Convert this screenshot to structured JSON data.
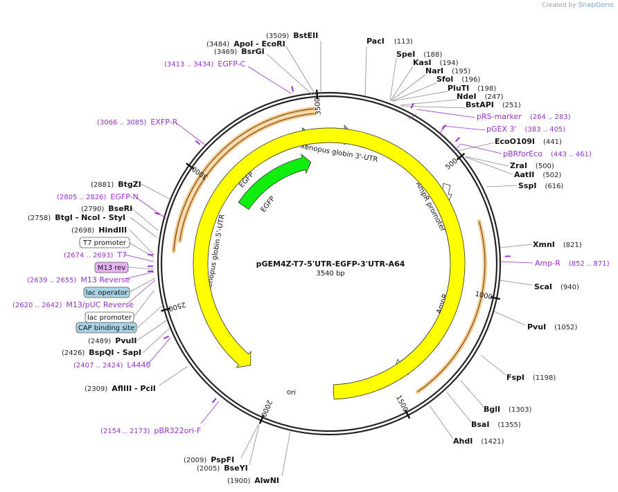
{
  "app": {
    "brand_prefix": "Created by",
    "brand_name": "SnapGene"
  },
  "plasmid": {
    "name": "pGEM4Z-T7-5'UTR-EGFP-3'UTR-A64",
    "size_label": "3540 bp",
    "length": 3540
  },
  "ticks": [
    "500",
    "1000",
    "1500",
    "2000",
    "2500",
    "3000",
    "3500"
  ],
  "enzymes": [
    {
      "name": "BstEII",
      "pos": "(3509)"
    },
    {
      "name": "ApoI - EcoRI",
      "pos": "(3484)"
    },
    {
      "name": "BsrGI",
      "pos": "(3469)"
    },
    {
      "name": "PacI",
      "pos": "(113)"
    },
    {
      "name": "SpeI",
      "pos": "(188)"
    },
    {
      "name": "KasI",
      "pos": "(194)"
    },
    {
      "name": "NarI",
      "pos": "(195)"
    },
    {
      "name": "SfoI",
      "pos": "(196)"
    },
    {
      "name": "PluTI",
      "pos": "(198)"
    },
    {
      "name": "NdeI",
      "pos": "(247)"
    },
    {
      "name": "BstAPI",
      "pos": "(251)"
    },
    {
      "name": "EcoO109I",
      "pos": "(441)"
    },
    {
      "name": "ZraI",
      "pos": "(500)"
    },
    {
      "name": "AatII",
      "pos": "(502)"
    },
    {
      "name": "SspI",
      "pos": "(616)"
    },
    {
      "name": "XmnI",
      "pos": "(821)"
    },
    {
      "name": "ScaI",
      "pos": "(940)"
    },
    {
      "name": "PvuI",
      "pos": "(1052)"
    },
    {
      "name": "FspI",
      "pos": "(1198)"
    },
    {
      "name": "BglI",
      "pos": "(1303)"
    },
    {
      "name": "BsaI",
      "pos": "(1355)"
    },
    {
      "name": "AhdI",
      "pos": "(1421)"
    },
    {
      "name": "AlwNI",
      "pos": "(1900)"
    },
    {
      "name": "BseYI",
      "pos": "(2005)"
    },
    {
      "name": "PspFI",
      "pos": "(2009)"
    },
    {
      "name": "AflIII - PciI",
      "pos": "(2309)"
    },
    {
      "name": "BspQI - SapI",
      "pos": "(2426)"
    },
    {
      "name": "PvuII",
      "pos": "(2489)"
    },
    {
      "name": "HindIII",
      "pos": "(2698)"
    },
    {
      "name": "BtgI - NcoI - StyI",
      "pos": "(2758)"
    },
    {
      "name": "BseRI",
      "pos": "(2790)"
    },
    {
      "name": "BtgZI",
      "pos": "(2881)"
    }
  ],
  "primers": [
    {
      "name": "EGFP-C",
      "range": "(3413 .. 3434)"
    },
    {
      "name": "EXFP-R",
      "range": "(3066 .. 3085)"
    },
    {
      "name": "pRS-marker",
      "range": "(264 .. 283)"
    },
    {
      "name": "pGEX 3'",
      "range": "(383 .. 405)"
    },
    {
      "name": "pBRforEco",
      "range": "(443 .. 461)"
    },
    {
      "name": "Amp-R",
      "range": "(852 .. 871)"
    },
    {
      "name": "EGFP-N",
      "range": "(2805 .. 2826)"
    },
    {
      "name": "T7",
      "range": "(2674 .. 2693)"
    },
    {
      "name": "M13 Reverse",
      "range": "(2639 .. 2655)"
    },
    {
      "name": "M13/pUC Reverse",
      "range": "(2620 .. 2642)"
    },
    {
      "name": "L4440",
      "range": "(2407 .. 2424)"
    },
    {
      "name": "pBR322ori-F",
      "range": "(2154 .. 2173)"
    }
  ],
  "boxed_labels": [
    {
      "name": "T7 promoter",
      "color": "#ffffff"
    },
    {
      "name": "M13 rev",
      "color": "#e6b3f2"
    },
    {
      "name": "lac operator",
      "color": "#a9d4e4"
    },
    {
      "name": "lac promoter",
      "color": "#ffffff"
    },
    {
      "name": "CAP binding site",
      "color": "#a9d4e4"
    }
  ],
  "features": [
    {
      "name": "Xenopus globin 3'-UTR",
      "color": "#a7acb1"
    },
    {
      "name": "EGFP",
      "color": "#10ee10"
    },
    {
      "name": "EGFP",
      "color": "#10ee10"
    },
    {
      "name": "Xenopus globin 5'-UTR",
      "color": "#a7acb1"
    },
    {
      "name": "AmpR promoter",
      "color": "#ffffff"
    },
    {
      "name": "AmpR",
      "color": "#ccffcc"
    },
    {
      "name": "ori",
      "color": "#ffff00"
    }
  ],
  "colors": {
    "primer": "#9b2fd0",
    "orf_glow": "#f7c98a",
    "backbone": "#222222"
  }
}
